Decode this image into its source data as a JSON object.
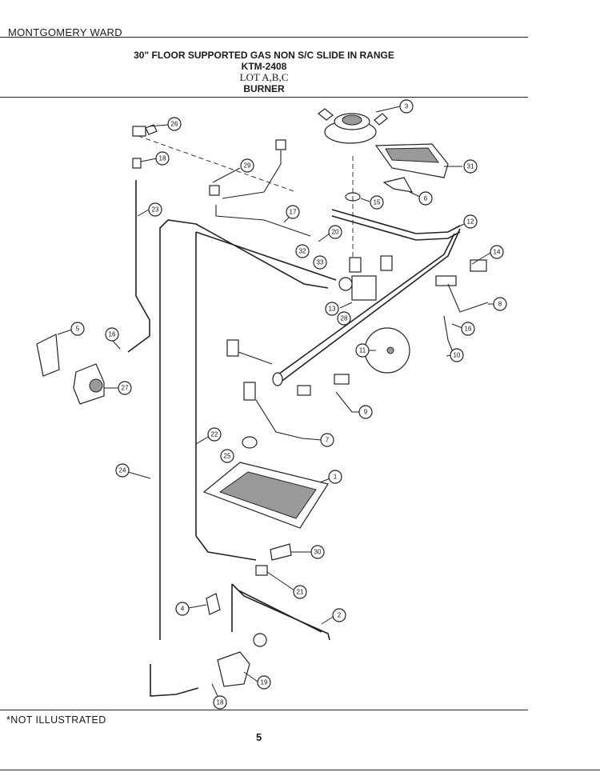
{
  "header": {
    "brand": "MONTGOMERY WARD",
    "title": "30\" FLOOR SUPPORTED GAS NON S/C SLIDE IN RANGE",
    "model": "KTM-2408",
    "lot": "LOT A,B,C",
    "section": "BURNER"
  },
  "footer": {
    "footnote": "*NOT ILLUSTRATED",
    "page_number": "5"
  },
  "callouts": [
    {
      "id": "c26",
      "label": "26"
    },
    {
      "id": "c18a",
      "label": "18"
    },
    {
      "id": "c29",
      "label": "29"
    },
    {
      "id": "c23",
      "label": "23"
    },
    {
      "id": "c17",
      "label": "17"
    },
    {
      "id": "c20",
      "label": "20"
    },
    {
      "id": "c32",
      "label": "32"
    },
    {
      "id": "c33",
      "label": "33"
    },
    {
      "id": "c3",
      "label": "3"
    },
    {
      "id": "c31",
      "label": "31"
    },
    {
      "id": "c6",
      "label": "6"
    },
    {
      "id": "c15",
      "label": "15"
    },
    {
      "id": "c12",
      "label": "12"
    },
    {
      "id": "c14",
      "label": "14"
    },
    {
      "id": "c13",
      "label": "13"
    },
    {
      "id": "c28",
      "label": "28"
    },
    {
      "id": "c8",
      "label": "8"
    },
    {
      "id": "c16a",
      "label": "16"
    },
    {
      "id": "c11",
      "label": "11"
    },
    {
      "id": "c10",
      "label": "10"
    },
    {
      "id": "c5",
      "label": "5"
    },
    {
      "id": "c16b",
      "label": "16"
    },
    {
      "id": "c27",
      "label": "27"
    },
    {
      "id": "c9",
      "label": "9"
    },
    {
      "id": "c22",
      "label": "22"
    },
    {
      "id": "c7",
      "label": "7"
    },
    {
      "id": "c25",
      "label": "25"
    },
    {
      "id": "c24",
      "label": "24"
    },
    {
      "id": "c1",
      "label": "1"
    },
    {
      "id": "c30",
      "label": "30"
    },
    {
      "id": "c21",
      "label": "21"
    },
    {
      "id": "c4",
      "label": "4"
    },
    {
      "id": "c2",
      "label": "2"
    },
    {
      "id": "c19",
      "label": "19"
    },
    {
      "id": "c18b",
      "label": "18"
    }
  ]
}
